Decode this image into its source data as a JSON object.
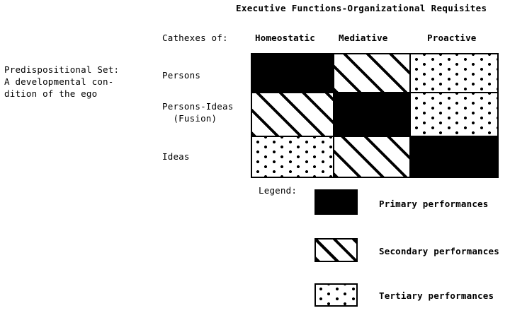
{
  "chart_data": {
    "type": "table",
    "title": "Executive Functions-Organizational Requisites",
    "xlabel": "Cathexes of:",
    "ylabel": "Predispositional Set:\nA developmental con-\ndition of the ego",
    "categories": [
      "Homeostatic",
      "Mediative",
      "Proactive"
    ],
    "rows": [
      "Persons",
      "Persons-Ideas\n  (Fusion)",
      "Ideas"
    ],
    "cells": [
      [
        "solid",
        "hatch",
        "dots"
      ],
      [
        "hatch",
        "solid",
        "dots"
      ],
      [
        "dots",
        "hatch",
        "solid"
      ]
    ],
    "fill_meanings": {
      "solid": "Primary performances",
      "hatch": "Secondary performances",
      "dots": "Tertiary performances"
    },
    "legend_position": "below",
    "grid": true
  },
  "title": "Executive Functions-Organizational Requisites",
  "row_axis": {
    "label": "Predispositional Set:\nA developmental con-\ndition of the ego"
  },
  "matrix": {
    "corner_label": "Cathexes of:",
    "columns": [
      {
        "label": "Homeostatic"
      },
      {
        "label": "Mediative"
      },
      {
        "label": "Proactive"
      }
    ],
    "rows": [
      {
        "label": "Persons"
      },
      {
        "label": "Persons-Ideas\n  (Fusion)"
      },
      {
        "label": "Ideas"
      }
    ]
  },
  "legend": {
    "title": "Legend:",
    "items": [
      {
        "pattern": "solid",
        "label": "Primary performances"
      },
      {
        "pattern": "hatch",
        "label": "Secondary performances"
      },
      {
        "pattern": "dots",
        "label": "Tertiary performances"
      }
    ]
  },
  "colors": {
    "ink": "#000000",
    "paper": "#ffffff"
  }
}
